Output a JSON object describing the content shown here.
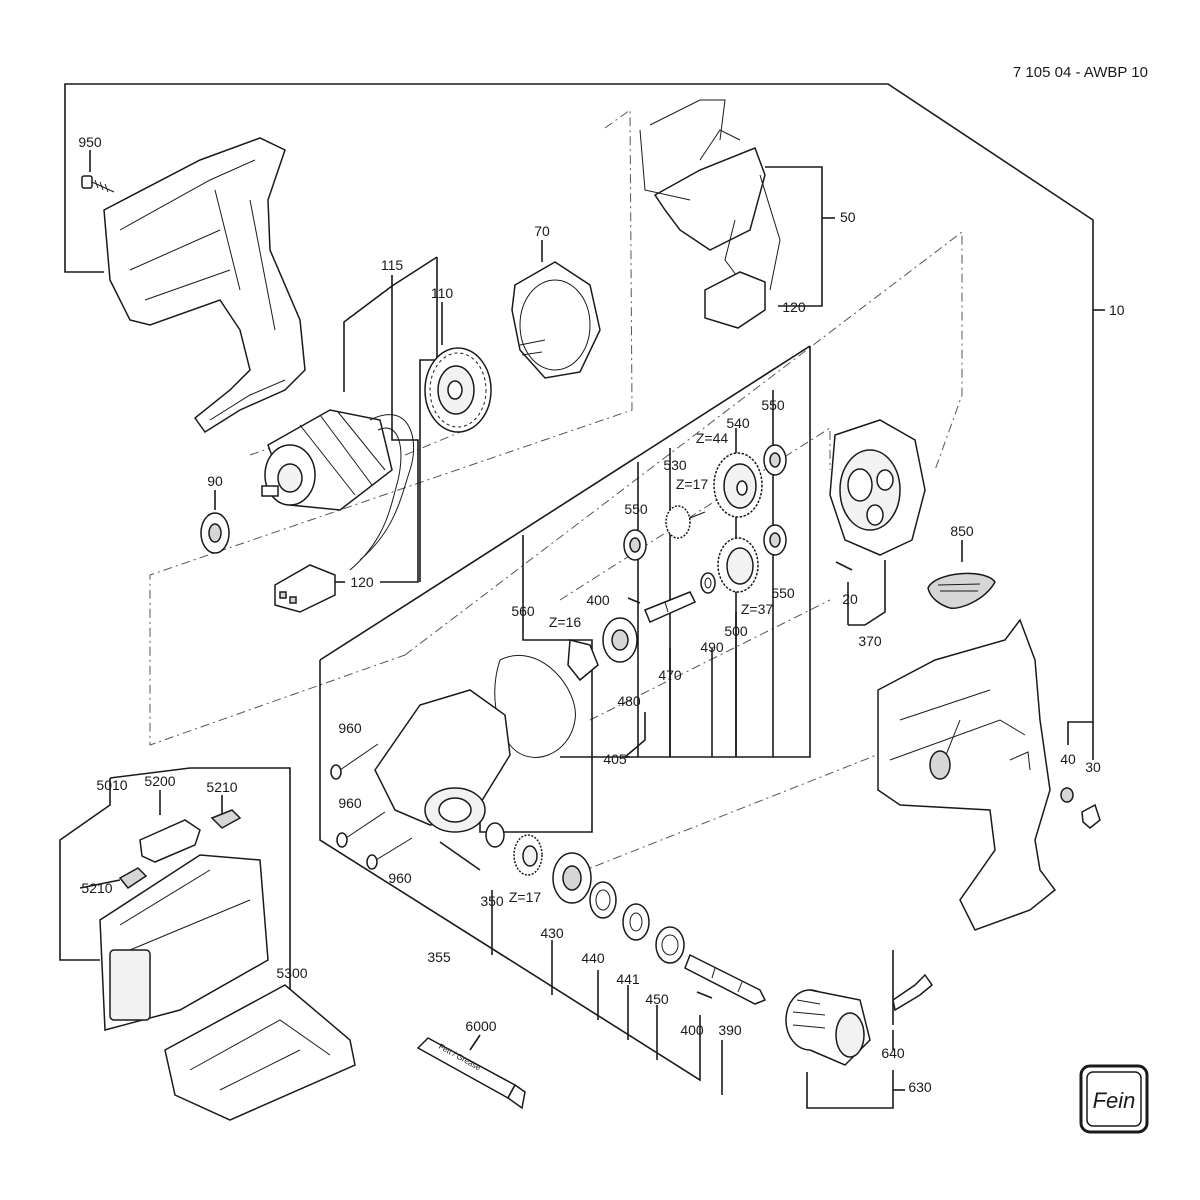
{
  "drawing_number": "7 105 04 - AWBP 10",
  "tube_label_1": "Fett / Grease",
  "logo_text": "Fein",
  "callouts": [
    {
      "id": "c950",
      "text": "950"
    },
    {
      "id": "c115",
      "text": "115"
    },
    {
      "id": "c110",
      "text": "110"
    },
    {
      "id": "c70",
      "text": "70"
    },
    {
      "id": "c50",
      "text": "50"
    },
    {
      "id": "c120a",
      "text": "120"
    },
    {
      "id": "c10",
      "text": "10"
    },
    {
      "id": "c90",
      "text": "90"
    },
    {
      "id": "c120b",
      "text": "120"
    },
    {
      "id": "c550a",
      "text": "550"
    },
    {
      "id": "c540",
      "text": "540"
    },
    {
      "id": "cz44",
      "text": "Z=44"
    },
    {
      "id": "c530",
      "text": "530"
    },
    {
      "id": "cz17a",
      "text": "Z=17"
    },
    {
      "id": "c550b",
      "text": "550"
    },
    {
      "id": "c550c",
      "text": "550"
    },
    {
      "id": "c850",
      "text": "850"
    },
    {
      "id": "c560",
      "text": "560"
    },
    {
      "id": "c400a",
      "text": "400"
    },
    {
      "id": "cz16",
      "text": "Z=16"
    },
    {
      "id": "c490",
      "text": "490"
    },
    {
      "id": "c500",
      "text": "500"
    },
    {
      "id": "cz37",
      "text": "Z=37"
    },
    {
      "id": "c20",
      "text": "20"
    },
    {
      "id": "c370",
      "text": "370"
    },
    {
      "id": "c470",
      "text": "470"
    },
    {
      "id": "c480",
      "text": "480"
    },
    {
      "id": "c960a",
      "text": "960"
    },
    {
      "id": "c405",
      "text": "405"
    },
    {
      "id": "c40",
      "text": "40"
    },
    {
      "id": "c30",
      "text": "30"
    },
    {
      "id": "c960b",
      "text": "960"
    },
    {
      "id": "c960c",
      "text": "960"
    },
    {
      "id": "c350",
      "text": "350"
    },
    {
      "id": "cz17b",
      "text": "Z=17"
    },
    {
      "id": "c430",
      "text": "430"
    },
    {
      "id": "c440",
      "text": "440"
    },
    {
      "id": "c441",
      "text": "441"
    },
    {
      "id": "c450",
      "text": "450"
    },
    {
      "id": "c355",
      "text": "355"
    },
    {
      "id": "c400b",
      "text": "400"
    },
    {
      "id": "c390",
      "text": "390"
    },
    {
      "id": "c5010",
      "text": "5010"
    },
    {
      "id": "c5200",
      "text": "5200"
    },
    {
      "id": "c5210a",
      "text": "5210"
    },
    {
      "id": "c5210b",
      "text": "5210"
    },
    {
      "id": "c5300",
      "text": "5300"
    },
    {
      "id": "c6000",
      "text": "6000"
    },
    {
      "id": "c640",
      "text": "640"
    },
    {
      "id": "c630",
      "text": "630"
    }
  ]
}
